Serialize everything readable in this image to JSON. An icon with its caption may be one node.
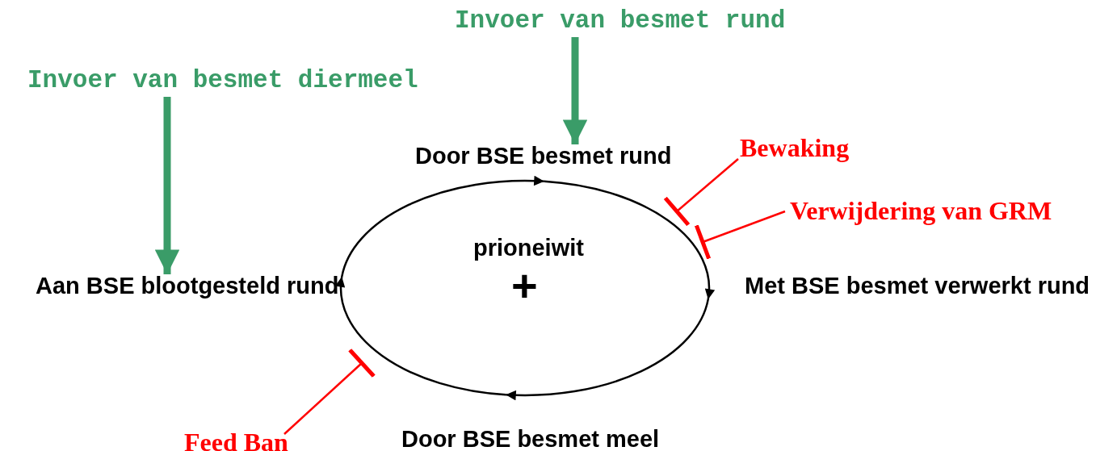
{
  "diagram": {
    "nodes": [
      {
        "text": [
          "Invoer van besmet rund"
        ]
      },
      {
        "text": [
          "Invoer van besmet diermeel"
        ]
      },
      {
        "text": [
          "Door BSE besmet rund"
        ]
      },
      {
        "text": [
          "Met BSE besmet verwerkt rund"
        ]
      },
      {
        "text": [
          "Door BSE besmet meel"
        ]
      },
      {
        "text": [
          "Aan BSE blootgesteld rund"
        ]
      },
      {
        "text": [
          "Bewaking"
        ]
      },
      {
        "text": [
          "Verwijdering van GRM"
        ]
      },
      {
        "text": [
          "Feed Ban"
        ]
      }
    ],
    "edges": [
      {
        "from": 2,
        "to": 3,
        "arrow": "to"
      },
      {
        "from": 3,
        "to": 4,
        "arrow": "to"
      },
      {
        "from": 4,
        "to": 5,
        "arrow": "to"
      },
      {
        "from": 5,
        "to": 2,
        "arrow": "to"
      },
      {
        "from": 0,
        "to": 2,
        "arrow": "to",
        "style": "thick",
        "color": "#3a9c68"
      },
      {
        "from": 1,
        "to": 5,
        "arrow": "to",
        "style": "thick",
        "color": "#3a9c68"
      },
      {
        "from": 6,
        "to": null,
        "arrow": "other",
        "color": "#ff0000"
      },
      {
        "from": 7,
        "to": null,
        "arrow": "other",
        "color": "#ff0000"
      },
      {
        "from": 8,
        "to": null,
        "arrow": "other",
        "color": "#ff0000"
      }
    ],
    "labels": [
      "prioneiwit",
      "+"
    ]
  }
}
